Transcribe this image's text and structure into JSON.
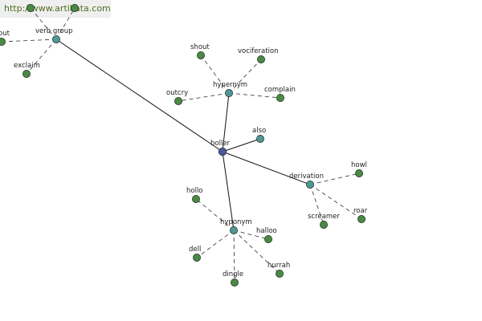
{
  "watermark": "http://www.artikata.com",
  "colors": {
    "center": "#4a5a9c",
    "relation": "#4f9695",
    "leaf": "#4b8a45",
    "edge": "#111111",
    "link": "#444444"
  },
  "graph": {
    "center": "boller",
    "relations": [
      {
        "label": "verb group",
        "leaves": [
          "out",
          "exclaim",
          "",
          ""
        ]
      },
      {
        "label": "hypernym",
        "leaves": [
          "shout",
          "vociferation",
          "outcry",
          "complain"
        ]
      },
      {
        "label": "also",
        "leaves": []
      },
      {
        "label": "derivation",
        "leaves": [
          "howl",
          "screamer",
          "roar"
        ]
      },
      {
        "label": "hyponym",
        "leaves": [
          "hollo",
          "halloo",
          "dell",
          "dingle",
          "hurrah"
        ]
      }
    ]
  }
}
